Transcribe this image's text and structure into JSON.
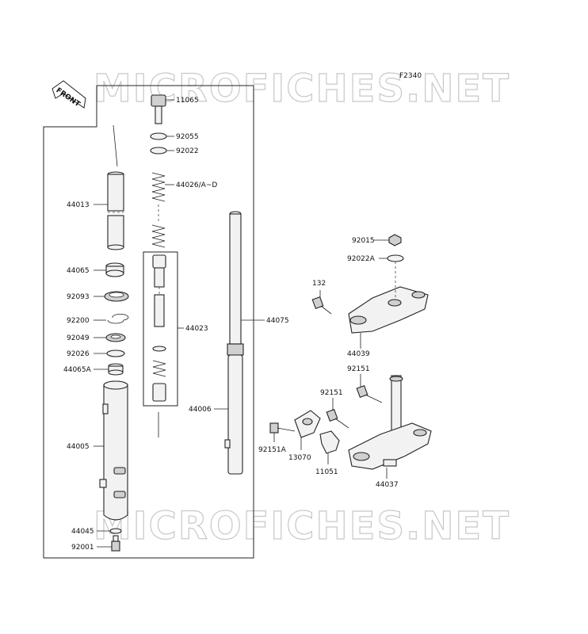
{
  "diagram": {
    "code": "F2340",
    "watermark": "MICROFICHES.NET",
    "front_label": "FRONT",
    "labels": {
      "p11065": "11065",
      "p92055": "92055",
      "p92022": "92022",
      "p44026": "44026/A~D",
      "p44013": "44013",
      "p44065": "44065",
      "p92093": "92093",
      "p92200": "92200",
      "p92049": "92049",
      "p92026": "92026",
      "p44065A": "44065A",
      "p44005": "44005",
      "p44045": "44045",
      "p92001": "92001",
      "p44023": "44023",
      "p44075": "44075",
      "p44006": "44006",
      "p92015": "92015",
      "p92022A": "92022A",
      "p132": "132",
      "p44039": "44039",
      "p92151_top": "92151",
      "p92151_mid": "92151",
      "p92151A": "92151A",
      "p13070": "13070",
      "p11051": "11051",
      "p44037": "44037"
    }
  }
}
